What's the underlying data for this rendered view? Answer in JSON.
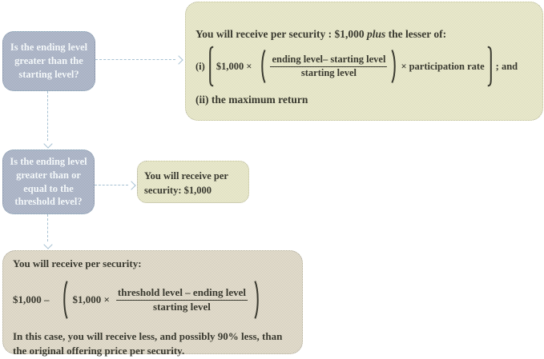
{
  "boxes": {
    "q1": {
      "text": "Is the ending level greater than the starting level?"
    },
    "q2": {
      "text": "Is the ending level greater than or equal to the threshold level?"
    },
    "upside": {
      "intro_prefix": "You will receive per security : $1,000 ",
      "intro_italic": "plus",
      "intro_suffix": " the lesser of:",
      "item1_label": "(i)",
      "item1_term": "$1,000 ×",
      "frac_num": "ending level– starting level",
      "frac_den": "starting level",
      "times": "×",
      "rate": "participation rate",
      "item1_end": "; and",
      "item2": "(ii) the maximum return"
    },
    "par": {
      "text": "You will receive per security: $1,000"
    },
    "downside": {
      "intro": "You will receive per security:",
      "lead": "$1,000 –",
      "term": "$1,000 ×",
      "frac_num": "threshold level – ending level",
      "frac_den": "starting level",
      "note": "In this case, you will receive less, and possibly 90% less, than the original offering price per security."
    }
  },
  "colors": {
    "question_fill": "#abb5c6",
    "outcome_fill": "#e5e5c8",
    "downside_fill": "#ddd8c7",
    "arrow": "#a6c1d2",
    "text_dark": "#3a3a30",
    "text_light": "#f3f7f9"
  }
}
